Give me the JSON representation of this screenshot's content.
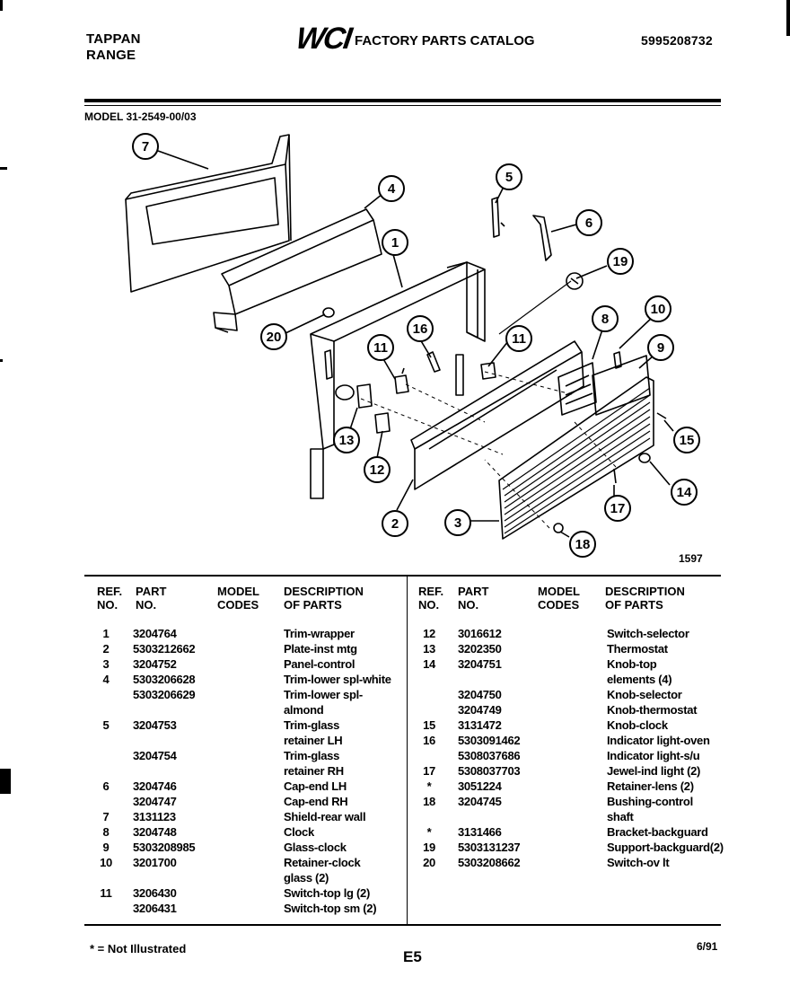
{
  "header": {
    "brand_line1": "TAPPAN",
    "brand_line2": "RANGE",
    "logo": "WCI",
    "catalog_title": "FACTORY PARTS CATALOG",
    "catalog_number": "5995208732"
  },
  "model_line": "MODEL 31-2549-00/03",
  "diagram": {
    "callouts": [
      "7",
      "4",
      "1",
      "5",
      "6",
      "19",
      "20",
      "16",
      "11",
      "11",
      "8",
      "10",
      "9",
      "13",
      "12",
      "15",
      "2",
      "3",
      "17",
      "14",
      "18"
    ],
    "diagram_number": "1597"
  },
  "table": {
    "headers": {
      "ref1": "REF.",
      "ref2": "NO.",
      "part1": "PART",
      "part2": "NO.",
      "model1": "MODEL",
      "model2": "CODES",
      "desc1": "DESCRIPTION",
      "desc2": "OF PARTS"
    },
    "left_rows": [
      {
        "ref": "1",
        "part": "3204764",
        "desc": "Trim-wrapper"
      },
      {
        "ref": "2",
        "part": "5303212662",
        "desc": "Plate-inst mtg"
      },
      {
        "ref": "3",
        "part": "3204752",
        "desc": "Panel-control"
      },
      {
        "ref": "4",
        "part": "5303206628",
        "desc": "Trim-lower spl-white"
      },
      {
        "ref": "",
        "part": "5303206629",
        "desc": "Trim-lower spl-"
      },
      {
        "ref": "",
        "part": "",
        "desc": "almond"
      },
      {
        "ref": "5",
        "part": "3204753",
        "desc": "Trim-glass"
      },
      {
        "ref": "",
        "part": "",
        "desc": "retainer LH"
      },
      {
        "ref": "",
        "part": "3204754",
        "desc": "Trim-glass"
      },
      {
        "ref": "",
        "part": "",
        "desc": "retainer RH"
      },
      {
        "ref": "6",
        "part": "3204746",
        "desc": "Cap-end LH"
      },
      {
        "ref": "",
        "part": "3204747",
        "desc": "Cap-end RH"
      },
      {
        "ref": "7",
        "part": "3131123",
        "desc": "Shield-rear wall"
      },
      {
        "ref": "8",
        "part": "3204748",
        "desc": "Clock"
      },
      {
        "ref": "9",
        "part": "5303208985",
        "desc": "Glass-clock"
      },
      {
        "ref": "10",
        "part": "3201700",
        "desc": "Retainer-clock"
      },
      {
        "ref": "",
        "part": "",
        "desc": "glass (2)"
      },
      {
        "ref": "11",
        "part": "3206430",
        "desc": "Switch-top lg (2)"
      },
      {
        "ref": "",
        "part": "3206431",
        "desc": "Switch-top sm (2)"
      }
    ],
    "right_rows": [
      {
        "ref": "12",
        "part": "3016612",
        "desc": "Switch-selector"
      },
      {
        "ref": "13",
        "part": "3202350",
        "desc": "Thermostat"
      },
      {
        "ref": "14",
        "part": "3204751",
        "desc": "Knob-top"
      },
      {
        "ref": "",
        "part": "",
        "desc": "elements (4)"
      },
      {
        "ref": "",
        "part": "3204750",
        "desc": "Knob-selector"
      },
      {
        "ref": "",
        "part": "3204749",
        "desc": "Knob-thermostat"
      },
      {
        "ref": "15",
        "part": "3131472",
        "desc": "Knob-clock"
      },
      {
        "ref": "16",
        "part": "5303091462",
        "desc": "Indicator light-oven"
      },
      {
        "ref": "",
        "part": "5308037686",
        "desc": "Indicator light-s/u"
      },
      {
        "ref": "17",
        "part": "5308037703",
        "desc": "Jewel-ind light (2)"
      },
      {
        "ref": "*",
        "part": "3051224",
        "desc": "Retainer-lens (2)"
      },
      {
        "ref": "18",
        "part": "3204745",
        "desc": "Bushing-control"
      },
      {
        "ref": "",
        "part": "",
        "desc": "shaft"
      },
      {
        "ref": "*",
        "part": "3131466",
        "desc": "Bracket-backguard"
      },
      {
        "ref": "19",
        "part": "5303131237",
        "desc": "Support-backguard(2)"
      },
      {
        "ref": "20",
        "part": "5303208662",
        "desc": "Switch-ov lt"
      }
    ]
  },
  "footer": {
    "note": "* = Not Illustrated",
    "page": "E5",
    "date": "6/91"
  }
}
